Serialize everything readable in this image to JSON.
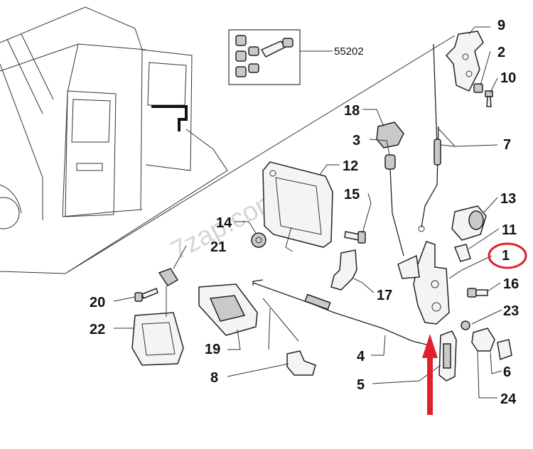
{
  "diagram": {
    "kit_label": "55202",
    "watermark": "7zap.com",
    "part_numbers": [
      "9",
      "2",
      "10",
      "7",
      "18",
      "3",
      "12",
      "15",
      "13",
      "11",
      "1",
      "14",
      "21",
      "16",
      "23",
      "20",
      "22",
      "17",
      "19",
      "4",
      "8",
      "5",
      "6",
      "24"
    ],
    "highlighted_part": "1",
    "colors": {
      "highlight_circle": "#e0202a",
      "arrow": "#e0202a",
      "line": "#222222"
    }
  }
}
